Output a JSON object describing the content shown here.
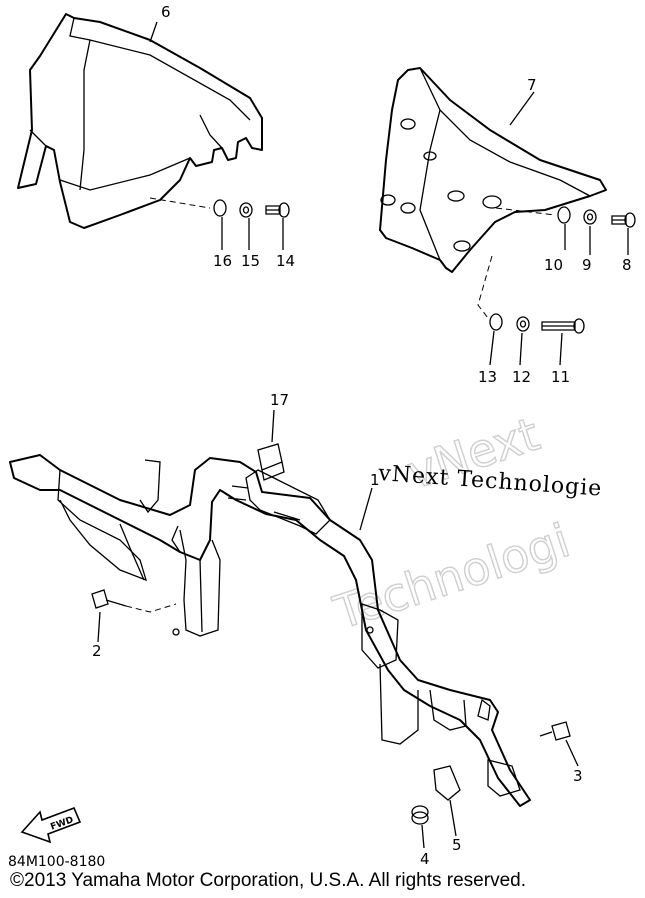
{
  "callouts": {
    "p1": "1",
    "p2": "2",
    "p3": "3",
    "p4": "4",
    "p5": "5",
    "p6": "6",
    "p7": "7",
    "p8": "8",
    "p9": "9",
    "p10": "10",
    "p11": "11",
    "p12": "12",
    "p13": "13",
    "p14": "14",
    "p15": "15",
    "p16": "16",
    "p17": "17"
  },
  "watermark": {
    "line1": "vNext Technologie",
    "line2": "vNext",
    "line3": "Technologi"
  },
  "front_arrow": "FWD",
  "diagram_code": "84M100-8180",
  "copyright": "©2013 Yamaha Motor Corporation, U.S.A. All rights reserved."
}
